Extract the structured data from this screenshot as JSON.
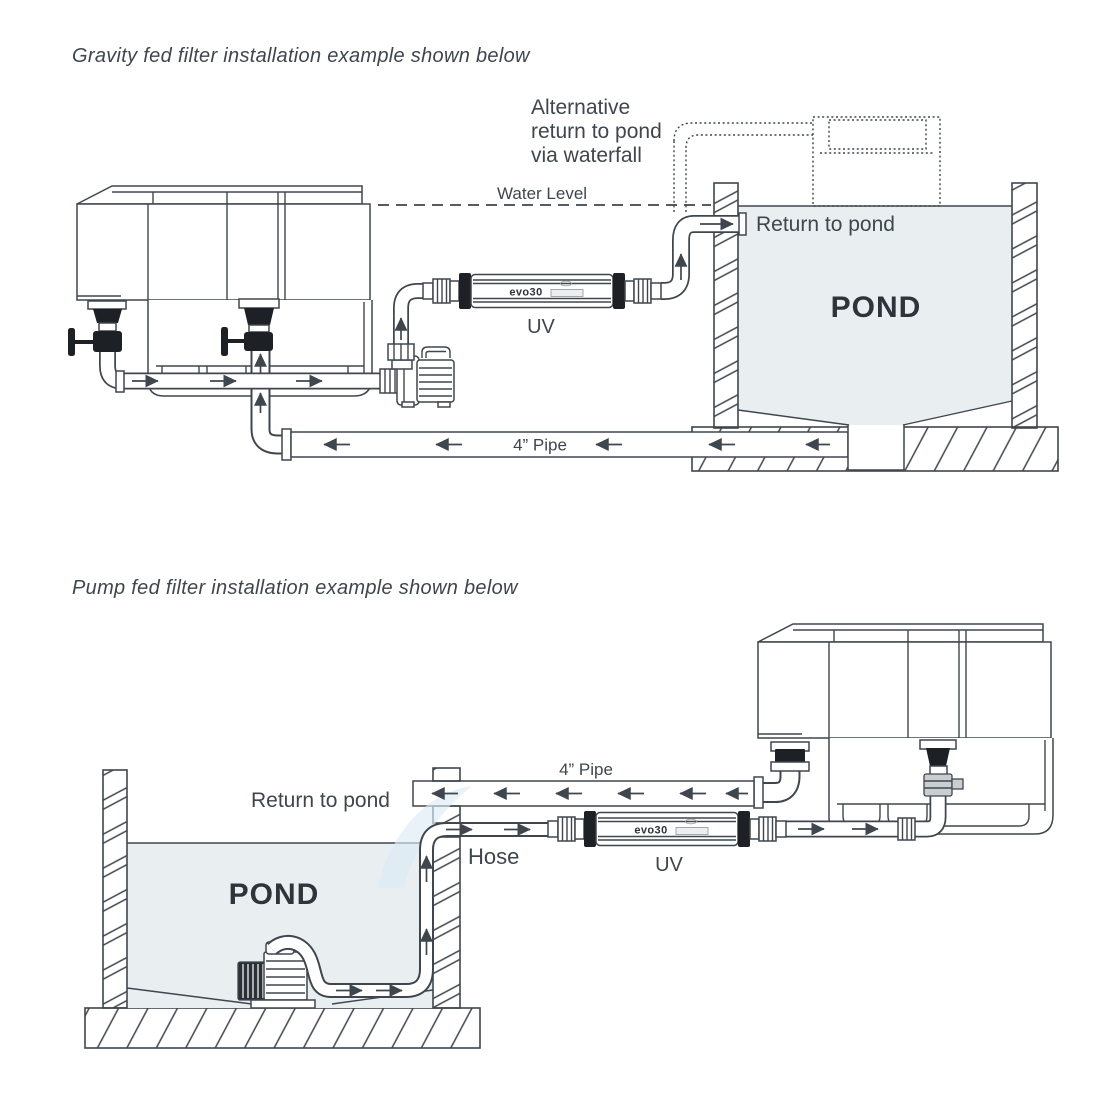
{
  "colors": {
    "line": "#3f464d",
    "water": "#e9eef1",
    "fitting_black": "#1d2125",
    "valve_gray": "#c9ced2",
    "watermark_blue": "#dcebf5"
  },
  "shared": {
    "uv_model": "evo30"
  },
  "gravity": {
    "title": "Gravity fed filter installation example shown below",
    "alt_return_line1": "Alternative",
    "alt_return_line2": "return to pond",
    "alt_return_line3": "via waterfall",
    "water_level": "Water Level",
    "return_to_pond": "Return to pond",
    "pond": "POND",
    "uv": "UV",
    "pipe": "4” Pipe"
  },
  "pump": {
    "title": "Pump fed filter installation example shown below",
    "return_to_pond": "Return to pond",
    "pond": "POND",
    "hose": "Hose",
    "uv": "UV",
    "pipe": "4” Pipe"
  }
}
